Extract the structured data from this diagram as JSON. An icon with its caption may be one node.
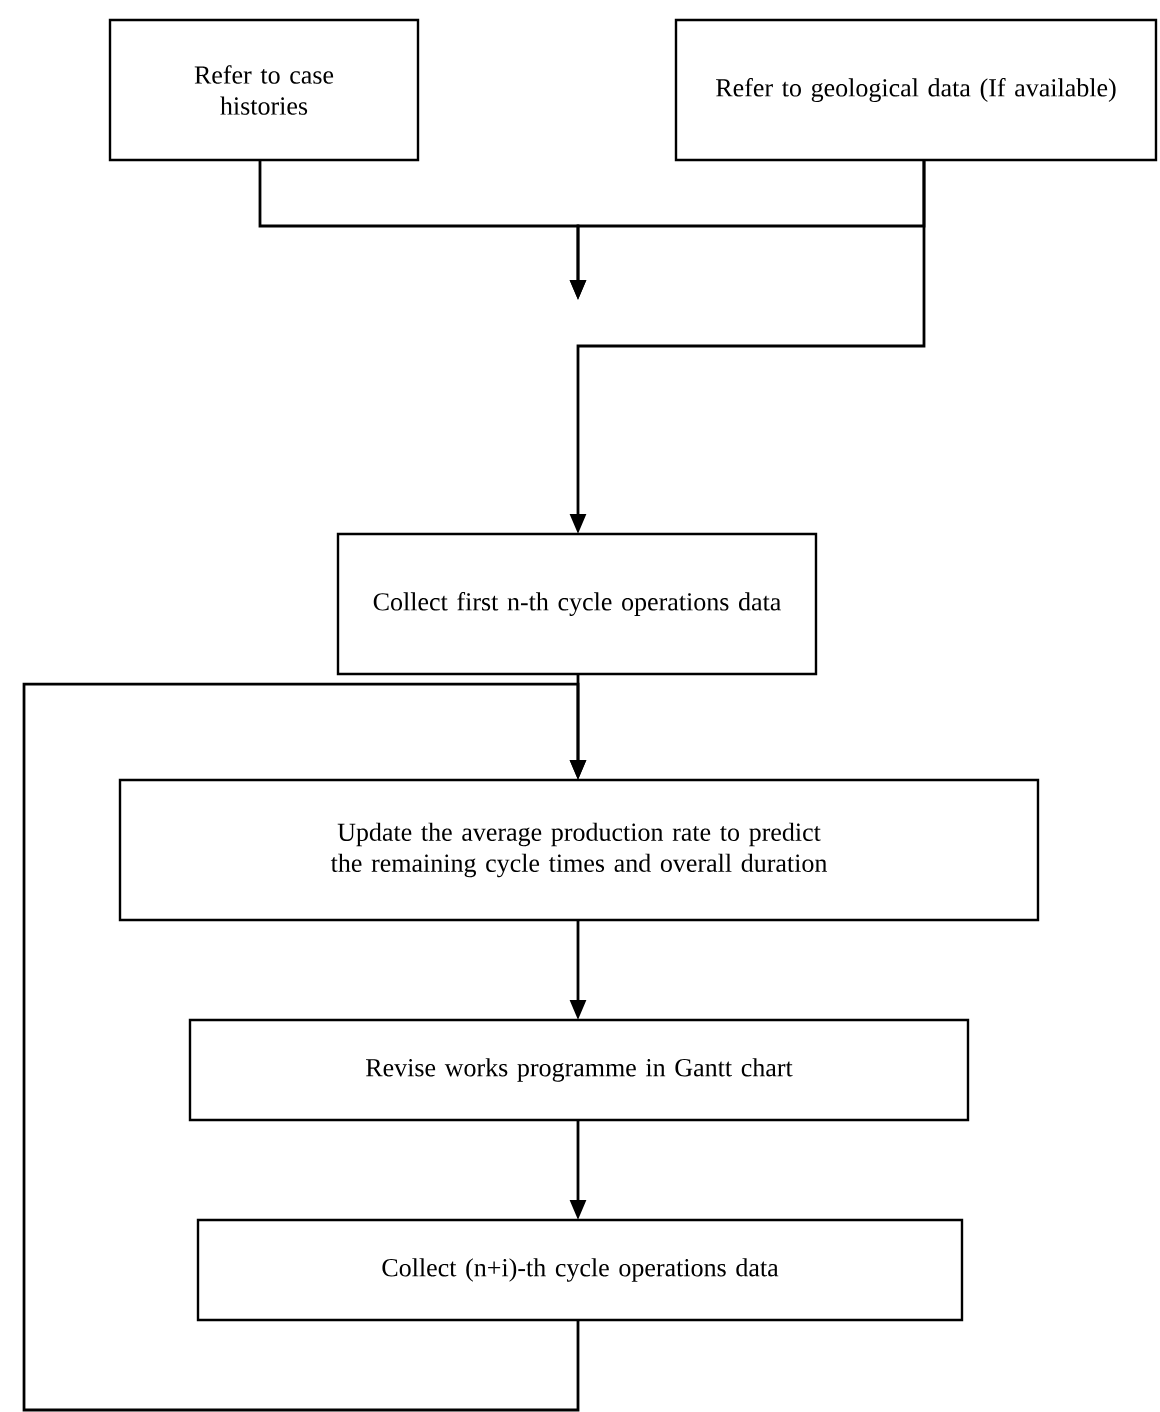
{
  "diagram": {
    "nodes": [
      {
        "text": [
          "Refer to case histories"
        ]
      },
      {
        "text": [
          "Refer to geological data (If available)"
        ]
      },
      {
        "text": [
          "Collect first n-th cycle operations data"
        ]
      },
      {
        "text": [
          "Update the average production rate to predict the remaining cycle times and overall duration"
        ]
      },
      {
        "text": [
          "Revise works programme in Gantt chart"
        ]
      },
      {
        "text": [
          "Collect (n+i)-th cycle operations data"
        ]
      }
    ],
    "edges": [
      {
        "from": 0,
        "to": null,
        "arrow": "to"
      },
      {
        "from": 1,
        "to": null,
        "arrow": "to"
      },
      {
        "from": 1,
        "to": 2,
        "arrow": "to"
      },
      {
        "from": 2,
        "to": 3,
        "arrow": "to"
      },
      {
        "from": 3,
        "to": 4,
        "arrow": "to"
      },
      {
        "from": 4,
        "to": 5,
        "arrow": "to"
      },
      {
        "from": 5,
        "to": 3,
        "arrow": "to"
      }
    ]
  }
}
